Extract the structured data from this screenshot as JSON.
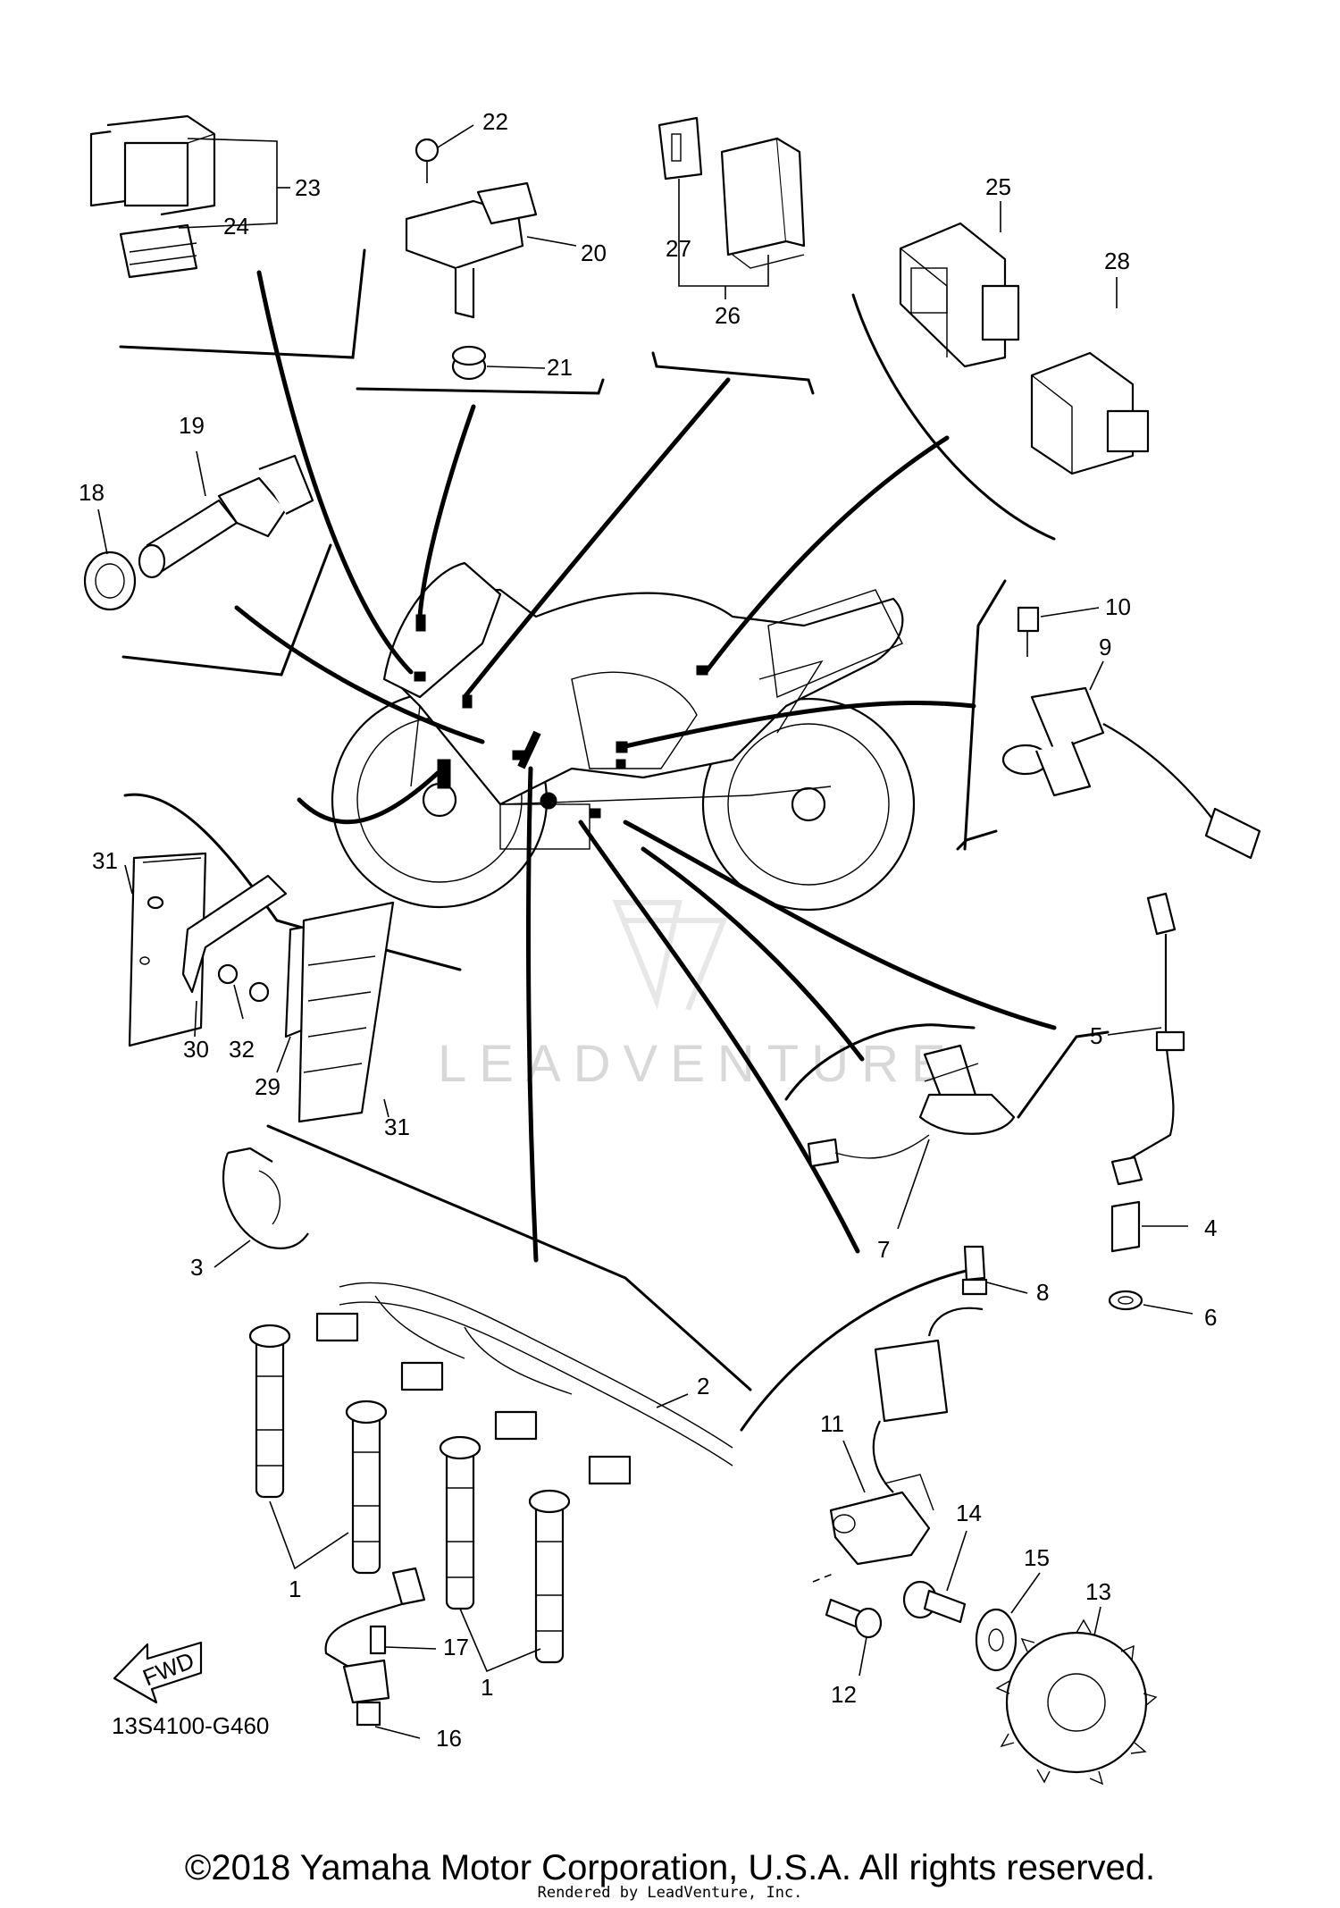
{
  "diagram_code": "13S4100-G460",
  "fwd_label": "FWD",
  "watermark": "LEADVENTURE",
  "copyright": "©2018 Yamaha Motor Corporation, U.S.A. All rights reserved.",
  "rendered_by": "Rendered by LeadVenture, Inc.",
  "callouts": [
    "1",
    "2",
    "3",
    "4",
    "5",
    "6",
    "7",
    "8",
    "9",
    "10",
    "11",
    "12",
    "13",
    "14",
    "15",
    "16",
    "17",
    "18",
    "19",
    "20",
    "21",
    "22",
    "23",
    "24",
    "25",
    "26",
    "27",
    "28",
    "29",
    "30",
    "31",
    "32"
  ]
}
